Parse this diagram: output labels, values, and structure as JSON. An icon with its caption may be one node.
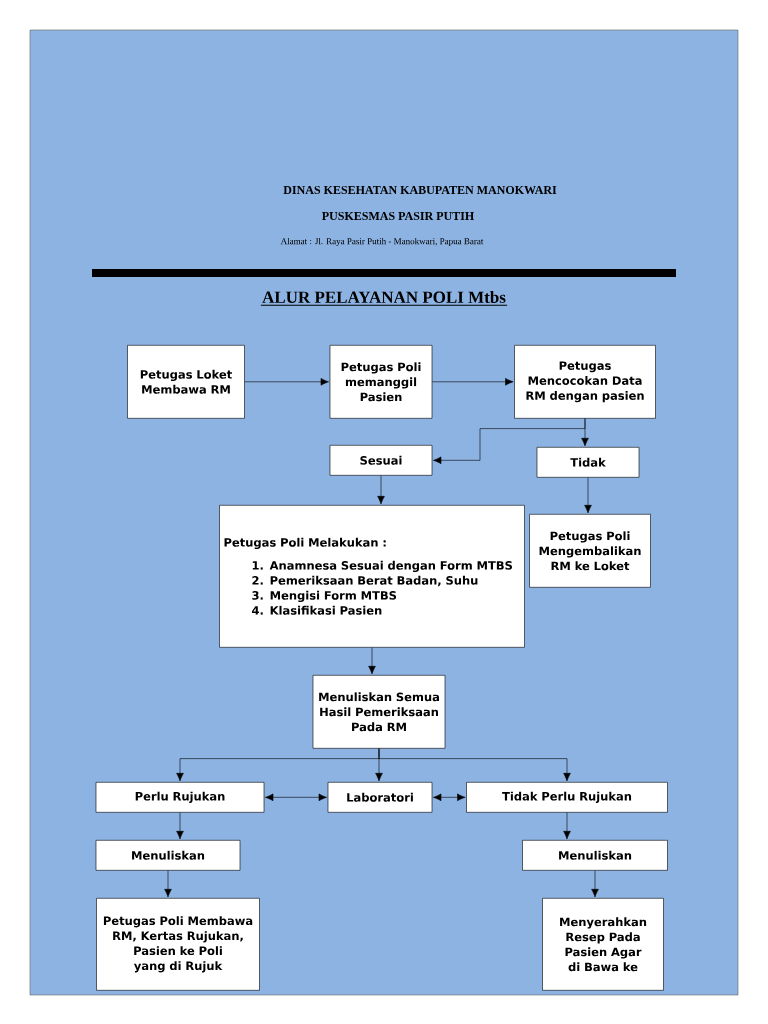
{
  "diagram": {
    "title": "ALUR PELAYANAN POLI Mtbs",
    "labels": [
      "DINAS KESEHATAN KABUPATEN MANOKWARI",
      "PUSKESMAS PASIR PUTIH",
      "Alamat : Jl. Raya Pasir Putih - Manokwari, Papua Barat"
    ],
    "nodes": [
      {
        "text": [
          "Petugas Loket Membawa RM"
        ]
      },
      {
        "text": [
          "Petugas Poli memanggil Pasien"
        ]
      },
      {
        "text": [
          "Petugas Mencocokan Data RM dengan pasien"
        ]
      },
      {
        "text": [
          "Sesuai"
        ]
      },
      {
        "text": [
          "Tidak"
        ]
      },
      {
        "text": [
          "Petugas Poli Melakukan :",
          "1. Anamnesa Sesuai dengan Form MTBS",
          "2. Pemeriksaan Berat Badan, Suhu",
          "3. Mengisi Form MTBS",
          "4. Klasifikasi Pasien"
        ]
      },
      {
        "text": [
          "Petugas Poli Mengembalikan RM ke Loket"
        ]
      },
      {
        "text": [
          "Menuliskan Semua Hasil Pemeriksaan Pada RM"
        ]
      },
      {
        "text": [
          "Perlu Rujukan"
        ]
      },
      {
        "text": [
          "Laboratori"
        ]
      },
      {
        "text": [
          "Tidak Perlu Rujukan"
        ]
      },
      {
        "text": [
          "Menuliskan"
        ]
      },
      {
        "text": [
          "Menuliskan"
        ]
      },
      {
        "text": [
          "Petugas Poli Membawa RM, Kertas Rujukan, Pasien ke Poli yang di Rujuk"
        ]
      },
      {
        "text": [
          "Menyerahkan Resep Pada Pasien Agar di Bawa ke"
        ]
      }
    ],
    "edges": [
      {
        "from": 0,
        "to": 1,
        "arrow": "to"
      },
      {
        "from": 1,
        "to": 2,
        "arrow": "to"
      },
      {
        "from": 2,
        "to": 3,
        "arrow": "to"
      },
      {
        "from": 2,
        "to": 4,
        "arrow": "to"
      },
      {
        "from": 3,
        "to": 5,
        "arrow": "to"
      },
      {
        "from": 4,
        "to": 6,
        "arrow": "to"
      },
      {
        "from": 5,
        "to": 7,
        "arrow": "to"
      },
      {
        "from": 7,
        "to": 8,
        "arrow": "to"
      },
      {
        "from": 7,
        "to": 9,
        "arrow": "to"
      },
      {
        "from": 7,
        "to": 10,
        "arrow": "to"
      },
      {
        "from": 8,
        "to": 9,
        "arrow": "both"
      },
      {
        "from": 9,
        "to": 10,
        "arrow": "both"
      },
      {
        "from": 8,
        "to": 11,
        "arrow": "to"
      },
      {
        "from": 11,
        "to": 13,
        "arrow": "to"
      },
      {
        "from": 10,
        "to": 12,
        "arrow": "to"
      },
      {
        "from": 12,
        "to": 14,
        "arrow": "to"
      }
    ]
  }
}
